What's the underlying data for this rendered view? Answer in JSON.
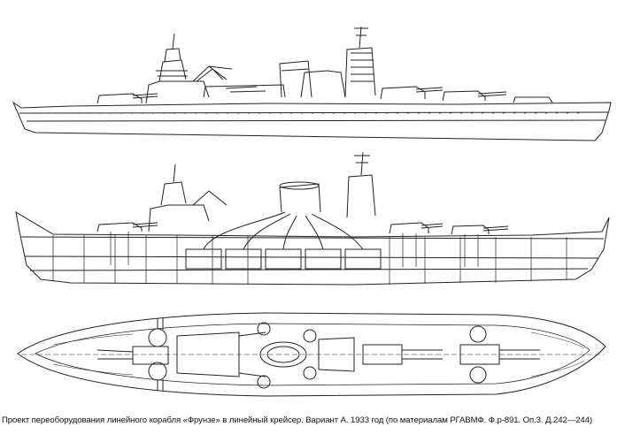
{
  "figure": {
    "caption": "Проект переоборудования линейного корабля «Фрунзе» в линейный крейсер. Вариант А. 1933 год (по материалам РГАВМФ. Ф.р-891. Оп.3. Д.242—244)",
    "views": [
      "side-profile",
      "inboard-profile",
      "deck-plan"
    ],
    "ink_color": "#222222",
    "paper_color": "#ffffff"
  }
}
